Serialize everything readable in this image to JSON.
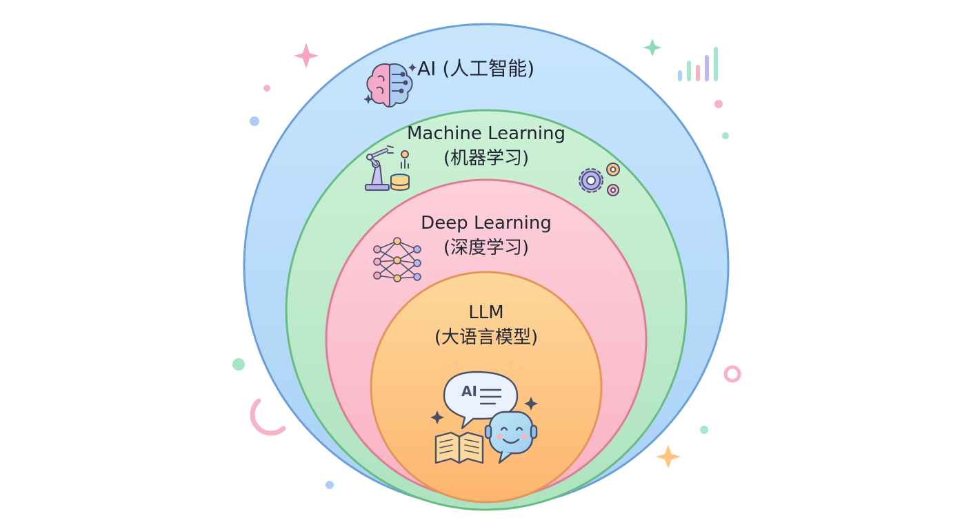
{
  "diagram": {
    "layers": [
      {
        "id": "ai",
        "line1": "AI (人工智能)",
        "line2": "",
        "fill": "#b9dcfb",
        "stroke": "#6a9fd8",
        "icon": "brain-circuit-icon"
      },
      {
        "id": "ml",
        "line1": "Machine Learning",
        "line2": "(机器学习)",
        "fill": "#bfeacb",
        "stroke": "#67bb83",
        "icon": "robot-arm-icon"
      },
      {
        "id": "dl",
        "line1": "Deep Learning",
        "line2": "(深度学习)",
        "fill": "#fcc3d0",
        "stroke": "#dd7d92",
        "icon": "neural-network-icon"
      },
      {
        "id": "llm",
        "line1": "LLM",
        "line2": "(大语言模型)",
        "fill": "#fec98a",
        "stroke": "#e3955a",
        "icon": "chat-bot-icon"
      }
    ],
    "chat_bubble_text": "AI"
  }
}
